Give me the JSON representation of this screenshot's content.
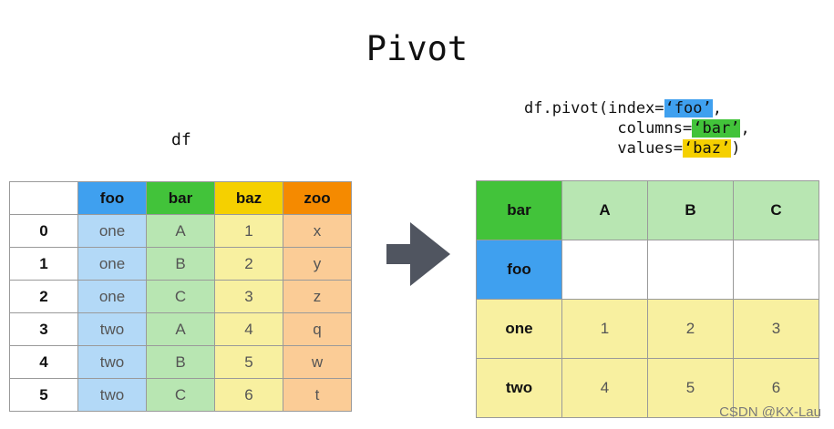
{
  "title": "Pivot",
  "df_label": "df",
  "code": {
    "line1_prefix": "df.pivot(index=",
    "index_arg": "‘foo’",
    "line1_suffix": ",",
    "line2_prefix": "columns=",
    "columns_arg": "‘bar’",
    "line2_suffix": ",",
    "line3_prefix": "values=",
    "values_arg": "‘baz’",
    "line3_suffix": ")"
  },
  "df_table": {
    "headers": [
      "",
      "foo",
      "bar",
      "baz",
      "zoo"
    ],
    "rows": [
      [
        "0",
        "one",
        "A",
        "1",
        "x"
      ],
      [
        "1",
        "one",
        "B",
        "2",
        "y"
      ],
      [
        "2",
        "one",
        "C",
        "3",
        "z"
      ],
      [
        "3",
        "two",
        "A",
        "4",
        "q"
      ],
      [
        "4",
        "two",
        "B",
        "5",
        "w"
      ],
      [
        "5",
        "two",
        "C",
        "6",
        "t"
      ]
    ]
  },
  "pivot_table": {
    "corner": "bar",
    "columns": [
      "A",
      "B",
      "C"
    ],
    "index_name": "foo",
    "rows": [
      {
        "label": "one",
        "values": [
          "1",
          "2",
          "3"
        ]
      },
      {
        "label": "two",
        "values": [
          "4",
          "5",
          "6"
        ]
      }
    ]
  },
  "colors": {
    "foo": "#3fa0ef",
    "bar": "#42c33a",
    "baz": "#f5d000",
    "zoo": "#f58a00",
    "arrow": "#505560"
  },
  "watermark": "CSDN @KX-Lau"
}
